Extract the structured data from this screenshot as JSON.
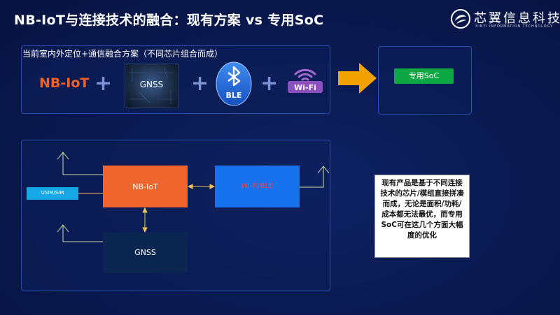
{
  "title": "NB-IoT与连接技术的融合：现有方案 vs 专用SoC",
  "brand": {
    "name": "芯翼信息科技",
    "tagline": "XINYI INFORMATION TECHNOLOGY"
  },
  "current_solution": {
    "label": "当前室内外定位+通信融合方案（不同芯片组合而成）",
    "items": [
      "NB-IoT",
      "GNSS",
      "BLE",
      "Wi-Fi"
    ]
  },
  "soc": {
    "label": "专用SoC"
  },
  "diagram": {
    "nbiot_block": "NB-IoT",
    "wifi_block": "Wi-Fi/BLE",
    "gnss_block": "GNSS",
    "usim_block": "USIM/SIM"
  },
  "note": "现有产品是基于不同连接技术的芯片/模组直接拼凑而成，无论是面积/功耗/成本都无法最优，而专用SoC可在这几个方面大幅度的优化",
  "colors": {
    "nbiot": "#f0642e",
    "wifi_ble": "#1572ec",
    "usim": "#16a8e6",
    "soc": "#0da843",
    "arrow": "#f2a300"
  }
}
